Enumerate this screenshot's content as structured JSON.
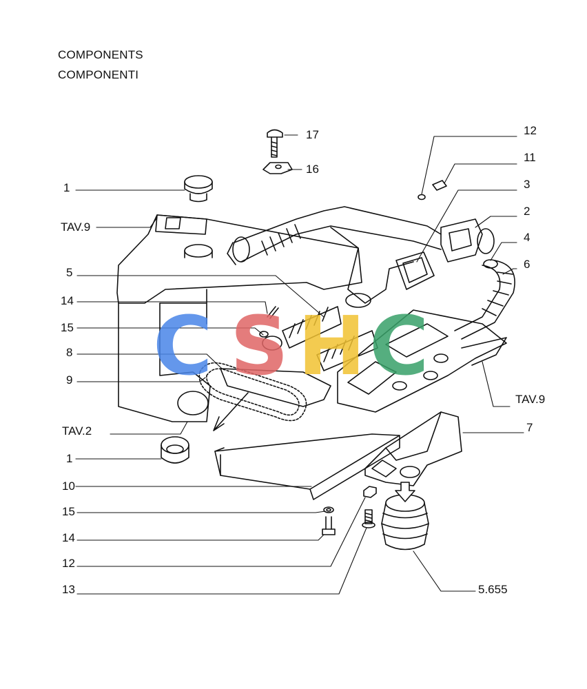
{
  "header": {
    "title_en": "COMPONENTS",
    "title_it": "COMPONENTI"
  },
  "callouts": [
    {
      "id": "c17",
      "label": "17"
    },
    {
      "id": "c16",
      "label": "16"
    },
    {
      "id": "c12a",
      "label": "12"
    },
    {
      "id": "c11",
      "label": "11"
    },
    {
      "id": "c3",
      "label": "3"
    },
    {
      "id": "c2",
      "label": "2"
    },
    {
      "id": "c4",
      "label": "4"
    },
    {
      "id": "c6",
      "label": "6"
    },
    {
      "id": "c1a",
      "label": "1"
    },
    {
      "id": "ctav9a",
      "label": "TAV.9"
    },
    {
      "id": "c5",
      "label": "5"
    },
    {
      "id": "c14a",
      "label": "14"
    },
    {
      "id": "c15a",
      "label": "15"
    },
    {
      "id": "c8",
      "label": "8"
    },
    {
      "id": "c9",
      "label": "9"
    },
    {
      "id": "ctav9b",
      "label": "TAV.9"
    },
    {
      "id": "ctav2",
      "label": "TAV.2"
    },
    {
      "id": "c7",
      "label": "7"
    },
    {
      "id": "c1b",
      "label": "1"
    },
    {
      "id": "c10",
      "label": "10"
    },
    {
      "id": "c15b",
      "label": "15"
    },
    {
      "id": "c14b",
      "label": "14"
    },
    {
      "id": "c12b",
      "label": "12"
    },
    {
      "id": "c13",
      "label": "13"
    },
    {
      "id": "c5655",
      "label": "5.655"
    }
  ],
  "watermark": {
    "letters": [
      "C",
      "S",
      "H",
      "C"
    ],
    "colors": [
      "#4a86e8",
      "#e06666",
      "#f1c232",
      "#38a169"
    ]
  }
}
